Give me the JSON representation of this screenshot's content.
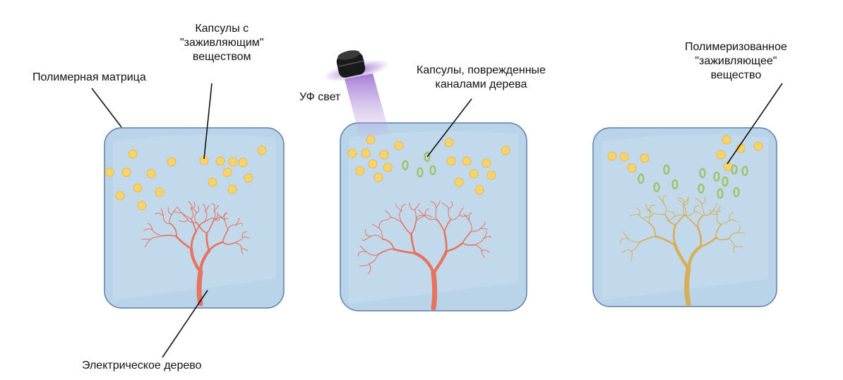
{
  "labels": {
    "capsules": [
      "Капсулы с",
      "\"заживляющим\"",
      "веществом"
    ],
    "matrix": "Полимерная матрица",
    "uv_light": "УФ свет",
    "damaged_capsules": [
      "Капсулы, поврежденные",
      "каналами дерева"
    ],
    "polymerized": [
      "Полимеризованное",
      "\"заживляющее\"",
      "вещество"
    ],
    "electrical_tree": "Электрическое дерево"
  },
  "colors": {
    "matrix_fill": "#b9d3e9",
    "matrix_stroke": "#5f7ea8",
    "capsule": "#f6d36b",
    "broken_capsule": "#9cc46a",
    "tree": "#e5735f",
    "healed_tree": "#d7ad55",
    "uv": "#8a4fc8"
  }
}
